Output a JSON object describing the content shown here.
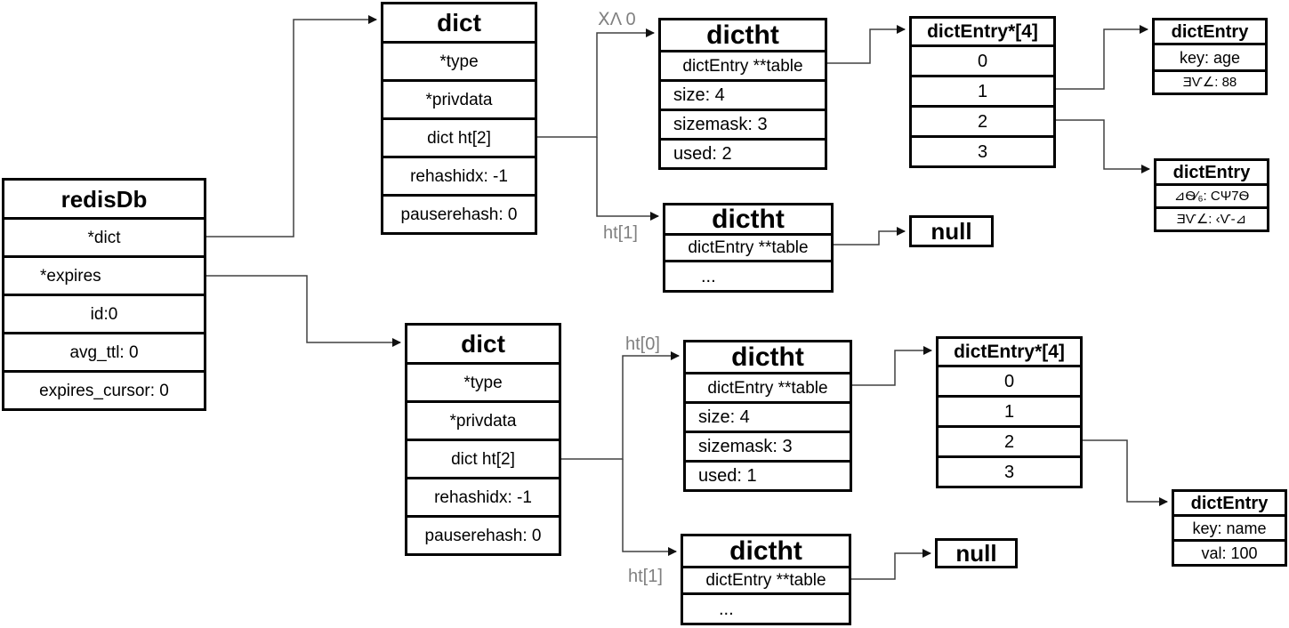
{
  "colors": {
    "box_border": "#000000",
    "wire": "#404040",
    "pointer_label_gray": "#808080",
    "background": "#ffffff"
  },
  "boxes": {
    "redisdb": {
      "title": "redisDb",
      "rows": [
        "*dict",
        "*expires",
        "id:0",
        "avg_ttl: 0",
        "expires_cursor: 0"
      ]
    },
    "dict_top": {
      "title": "dict",
      "rows": [
        "*type",
        "*privdata",
        "dict ht[2]",
        "rehashidx: -1",
        "pauserehash: 0"
      ]
    },
    "dict_bottom": {
      "title": "dict",
      "rows": [
        "*type",
        "*privdata",
        "dict ht[2]",
        "rehashidx: -1",
        "pauserehash: 0"
      ]
    },
    "dictht_top0": {
      "title": "dictht",
      "rows": [
        "dictEntry **table",
        "size: 4",
        "sizemask: 3",
        "used: 2"
      ]
    },
    "dictht_top1": {
      "title": "dictht",
      "rows": [
        "dictEntry **table",
        "..."
      ]
    },
    "dictht_bottom0": {
      "title": "dictht",
      "rows": [
        "dictEntry **table",
        "size: 4",
        "sizemask: 3",
        "used: 1"
      ]
    },
    "dictht_bottom1": {
      "title": "dictht",
      "rows": [
        "dictEntry **table",
        "..."
      ]
    },
    "array_top": {
      "title": "dictEntry*[4]",
      "rows": [
        "0",
        "1",
        "2",
        "3"
      ]
    },
    "array_bottom": {
      "title": "dictEntry*[4]",
      "rows": [
        "0",
        "1",
        "2",
        "3"
      ]
    },
    "entry_age": {
      "title": "dictEntry",
      "rows": [
        "key: age",
        "ƎѴ∠: 88"
      ]
    },
    "entry_garbled": {
      "title": "dictEntry",
      "rows": [
        "⊿Ѳ⁄₆: ϹΨ7Ѳ",
        "ƎѴ∠: ‹Ѵ-⊿"
      ]
    },
    "entry_name": {
      "title": "dictEntry",
      "rows": [
        "key: name",
        "val: 100"
      ]
    },
    "null_top": {
      "title": "null"
    },
    "null_bottom": {
      "title": "null"
    }
  },
  "labels": {
    "ht0_top": "ⅩΛ 0",
    "ht1_top": "ht[1]",
    "ht0_bottom": "ht[0]",
    "ht1_bottom": "ht[1]"
  }
}
